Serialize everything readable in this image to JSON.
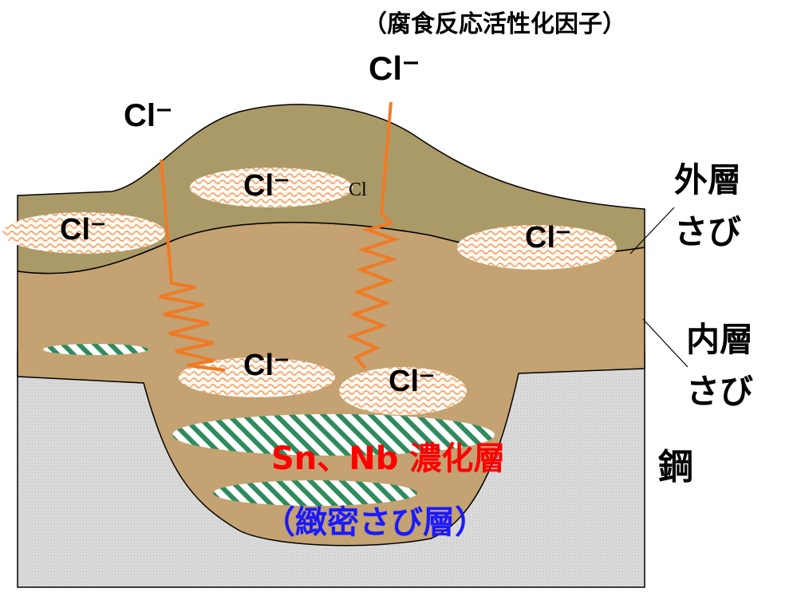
{
  "annotation_factor": "（腐食反応活性化因子）",
  "chloride_label": "Cl⁻",
  "cl_small_label": "Cl",
  "outer_rust": {
    "line1": "外層",
    "line2": "さび"
  },
  "inner_rust": {
    "line1": "内層",
    "line2": "さび"
  },
  "steel_label": "鋼",
  "concentrated_layer": "Sn、Nb 濃化層",
  "dense_rust_layer": "（緻密さび層）",
  "colors": {
    "outer_rust": "#aa9a68",
    "inner_rust": "#c4a272",
    "steel": "#d8d8d8",
    "chloride_pocket": "#f3a46c",
    "chloride_path": "#f07a24",
    "dense_layer": "#2e8b5e",
    "red_text": "#ff0000",
    "blue_text": "#1a1aff"
  }
}
